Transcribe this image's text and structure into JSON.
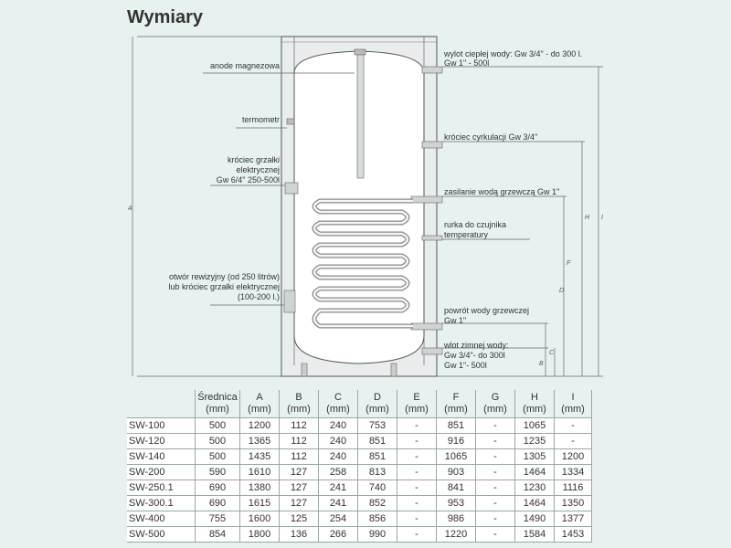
{
  "title": "Wymiary",
  "diagram": {
    "labels_left": {
      "anode": "anode magnezowa",
      "thermometer": "termometr",
      "heater_1": "króciec grzałki",
      "heater_2": "elektrycznej",
      "heater_3": "Gw 6/4\" 250-500l",
      "inspection_1": "otwór rewizyjny (od 250 litrów)",
      "inspection_2": "lub króciec grzałki elektrycznej",
      "inspection_3": "(100-200 l.)"
    },
    "labels_right": {
      "hot_1": "wylot ciepłej wody: Gw 3/4\" - do 300 l.",
      "hot_2": "Gw 1\" - 500l",
      "circulation": "króciec cyrkulacji Gw 3/4\"",
      "supply": "zasilanie wodą grzewczą Gw 1\"",
      "sensor_1": "rurka do czujnika",
      "sensor_2": "temperatury",
      "return_1": "powrót wody grzewczej",
      "return_2": "Gw 1\"",
      "cold_1": "wlot zimnej wody:",
      "cold_2": "Gw 3/4\"- do 300l",
      "cold_3": "Gw 1\"- 500l"
    },
    "dim_letters": {
      "A": "A",
      "B": "B",
      "C": "C",
      "D": "D",
      "F": "F",
      "H": "H",
      "I": "I"
    }
  },
  "table": {
    "headers": [
      [
        "",
        ""
      ],
      [
        "Średnica",
        "(mm)"
      ],
      [
        "A",
        "(mm)"
      ],
      [
        "B",
        "(mm)"
      ],
      [
        "C",
        "(mm)"
      ],
      [
        "D",
        "(mm)"
      ],
      [
        "E",
        "(mm)"
      ],
      [
        "F",
        "(mm)"
      ],
      [
        "G",
        "(mm)"
      ],
      [
        "H",
        "(mm)"
      ],
      [
        "I",
        "(mm)"
      ]
    ],
    "rows": [
      [
        "SW-100",
        "500",
        "1200",
        "112",
        "240",
        "753",
        "-",
        "851",
        "-",
        "1065",
        "-"
      ],
      [
        "SW-120",
        "500",
        "1365",
        "112",
        "240",
        "851",
        "-",
        "916",
        "-",
        "1235",
        "-"
      ],
      [
        "SW-140",
        "500",
        "1435",
        "112",
        "240",
        "851",
        "-",
        "1065",
        "-",
        "1305",
        "1200"
      ],
      [
        "SW-200",
        "590",
        "1610",
        "127",
        "258",
        "813",
        "-",
        "903",
        "-",
        "1464",
        "1334"
      ],
      [
        "SW-250.1",
        "690",
        "1380",
        "127",
        "241",
        "740",
        "-",
        "841",
        "-",
        "1230",
        "1116"
      ],
      [
        "SW-300.1",
        "690",
        "1615",
        "127",
        "241",
        "852",
        "-",
        "953",
        "-",
        "1464",
        "1350"
      ],
      [
        "SW-400",
        "755",
        "1600",
        "125",
        "254",
        "856",
        "-",
        "986",
        "-",
        "1490",
        "1377"
      ],
      [
        "SW-500",
        "854",
        "1800",
        "136",
        "266",
        "990",
        "-",
        "1220",
        "-",
        "1584",
        "1453"
      ]
    ]
  }
}
